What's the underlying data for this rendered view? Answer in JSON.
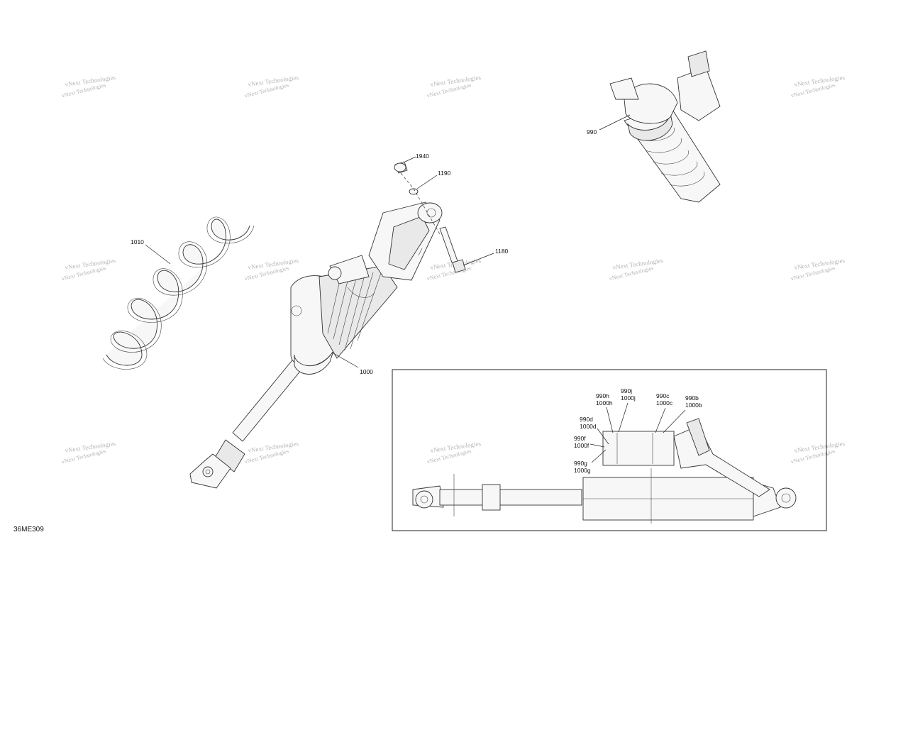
{
  "watermark": "vNext Technologies",
  "diagram_code": "36ME309",
  "callouts": {
    "p1940": "1940",
    "p1190": "1190",
    "p1180": "1180",
    "p1010": "1010",
    "p1000": "1000",
    "p990": "990"
  },
  "detail_callouts": {
    "h_top": "990h",
    "h_bot": "1000h",
    "j_top": "990j",
    "j_bot": "1000j",
    "c_top": "990c",
    "c_bot": "1000c",
    "b_top": "990b",
    "b_bot": "1000b",
    "d_top": "990d",
    "d_bot": "1000d",
    "f_top": "990f",
    "f_bot": "1000f",
    "g_top": "990g",
    "g_bot": "1000g"
  }
}
